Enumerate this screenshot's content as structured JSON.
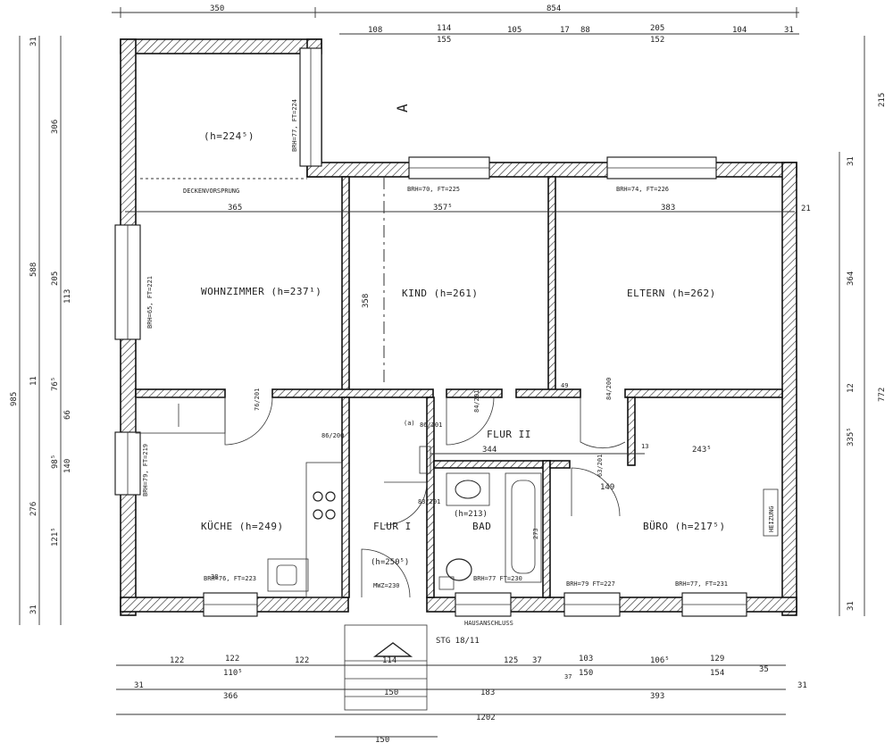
{
  "rooms": {
    "top_left": "(h=224⁵)",
    "wohnzimmer": "WOHNZIMMER (h=237¹)",
    "kind": "KIND (h=261)",
    "eltern": "ELTERN (h=262)",
    "kueche": "KÜCHE (h=249)",
    "flur1": "FLUR I",
    "flur2": "FLUR II",
    "bad": "BAD",
    "buero": "BÜRO (h=217⁵)",
    "flur1_h": "(h=250⁵)",
    "bad_h": "(h=213)"
  },
  "dims_top": {
    "d350": "350",
    "d854": "854",
    "d108": "108",
    "d114": "114",
    "d155": "155",
    "d105": "105",
    "d17": "17",
    "d88": "88",
    "d205": "205",
    "d152": "152",
    "d104": "104",
    "d31": "31"
  },
  "dims_inner": {
    "d365": "365",
    "d357": "357⁵",
    "d383": "383",
    "d358": "358",
    "d344": "344",
    "d243": "243⁵",
    "d149": "149"
  },
  "dims_left": {
    "d31a": "31",
    "d306": "306",
    "d588": "588",
    "d205": "205",
    "d113": "113",
    "d985": "985",
    "d11": "11",
    "d76": "76⁵",
    "d66": "66",
    "d98": "98⁵",
    "d140": "140",
    "d276": "276",
    "d121": "121⁵",
    "d31b": "31"
  },
  "dims_right": {
    "d215": "215",
    "d31": "31",
    "d364": "364",
    "d772": "772",
    "d12": "12",
    "d335": "335⁵",
    "d31b": "31",
    "d21": "21"
  },
  "dims_bottom_row1": {
    "d31": "31",
    "d122a": "122",
    "d122b": "122",
    "d110": "110⁵",
    "d122c": "122",
    "d114": "114",
    "d125": "125",
    "d37": "37",
    "d103": "103",
    "d150": "150",
    "d106": "106⁵",
    "d129": "129",
    "d154": "154",
    "d35": "35",
    "d31b": "31"
  },
  "dims_bottom_row2": {
    "d366": "366",
    "d150": "150",
    "d183": "183",
    "d393": "393",
    "d1202": "1202",
    "d150b": "150"
  },
  "notes": {
    "section_a": "A",
    "deckenvorsprung": "DECKENVORSPRUNG",
    "brh_top_left": "BRH=77, FT=224",
    "brh_top_mid": "BRH=70, FT=225",
    "brh_top_right": "BRH=74, FT=226",
    "brh_left_wohn": "BRH=65, FT=221",
    "brh_left_kueche": "BRH=79, FT=219",
    "brh_bottom_kueche": "BRH=76, FT=223",
    "brh_bad": "BRH=77 FT=230",
    "brh_buero1": "BRH=79 FT=227",
    "brh_buero2": "BRH=77, FT=231",
    "flur1_height": "(h=250⁵)",
    "mwz": "MWZ=230",
    "stg": "STG 18/11",
    "door_86_200": "86/200",
    "door_86_201": "86/201",
    "door_83_201": "83/201",
    "door_84_200": "84/200",
    "door_76": "76/201",
    "door_84_201": "84/201",
    "door_63": "63/201",
    "door_a": "(a)",
    "d49": "49",
    "d13": "13",
    "d38": "38",
    "d37": "37",
    "d273": "273",
    "heizung": "HEIZUNG",
    "hausanschluss": "HAUSANSCHLUSS"
  }
}
